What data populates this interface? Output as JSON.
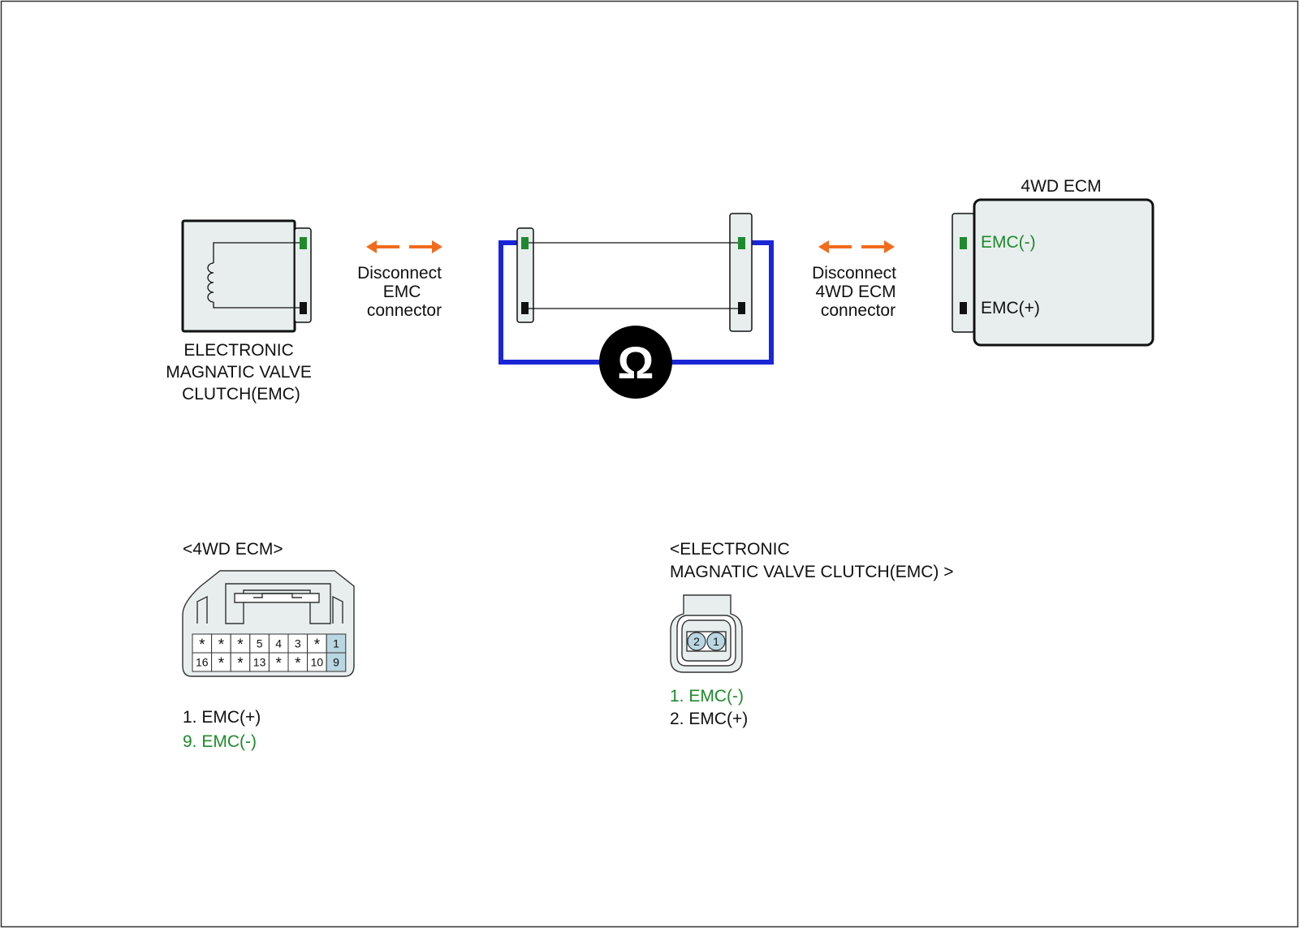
{
  "colors": {
    "body_fill": "#e8eeee",
    "outline": "#111111",
    "wire_blue": "#1a26d6",
    "arrow_orange": "#f26b1d",
    "pin_green": "#1e8a2d",
    "text_green": "#1e8a2d",
    "pin_blue": "#b9d7e2",
    "meter_black": "#000000"
  },
  "emc_component": {
    "label_lines": [
      "ELECTRONIC",
      "MAGNATIC VALVE",
      "CLUTCH(EMC)"
    ],
    "icon": "coil-icon"
  },
  "disconnect_left": {
    "lines": [
      "Disconnect",
      "EMC",
      "connector"
    ],
    "icon": "double-arrow-icon"
  },
  "disconnect_right": {
    "lines": [
      "Disconnect",
      "4WD ECM",
      "connector"
    ],
    "icon": "double-arrow-icon"
  },
  "meter": {
    "symbol": "Ω",
    "icon": "ohmmeter-icon"
  },
  "ecm_module": {
    "title": "4WD ECM",
    "terminals": [
      {
        "label": "EMC(-)",
        "color": "green"
      },
      {
        "label": "EMC(+)",
        "color": "black"
      }
    ]
  },
  "ecm_connector": {
    "title": "<4WD ECM>",
    "top_row": [
      "*",
      "*",
      "*",
      "5",
      "4",
      "3",
      "*",
      "1"
    ],
    "bottom_row": [
      "16",
      "*",
      "*",
      "13",
      "*",
      "*",
      "10",
      "9"
    ],
    "highlight_pins": [
      "1",
      "9"
    ],
    "legend": [
      {
        "text": "1. EMC(+)",
        "color": "black"
      },
      {
        "text": "9. EMC(-)",
        "color": "green"
      }
    ]
  },
  "emc_connector": {
    "title_lines": [
      "<ELECTRONIC",
      "MAGNATIC VALVE CLUTCH(EMC) >"
    ],
    "pins": [
      "2",
      "1"
    ],
    "legend": [
      {
        "text": "1. EMC(-)",
        "color": "green"
      },
      {
        "text": "2. EMC(+)",
        "color": "black"
      }
    ]
  }
}
